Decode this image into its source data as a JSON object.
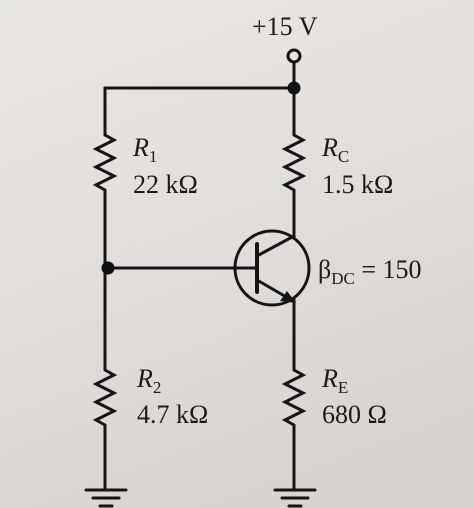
{
  "supply": {
    "label": "+15 V"
  },
  "resistors": {
    "r1": {
      "letter": "R",
      "sub": "1",
      "value": "22 kΩ"
    },
    "r2": {
      "letter": "R",
      "sub": "2",
      "value": "4.7 kΩ"
    },
    "rc": {
      "letter": "R",
      "sub": "C",
      "value": "1.5 kΩ"
    },
    "re": {
      "letter": "R",
      "sub": "E",
      "value": "680 Ω"
    }
  },
  "transistor": {
    "beta_symbol": "β",
    "beta_sub": "DC",
    "beta_value": " = 150"
  }
}
